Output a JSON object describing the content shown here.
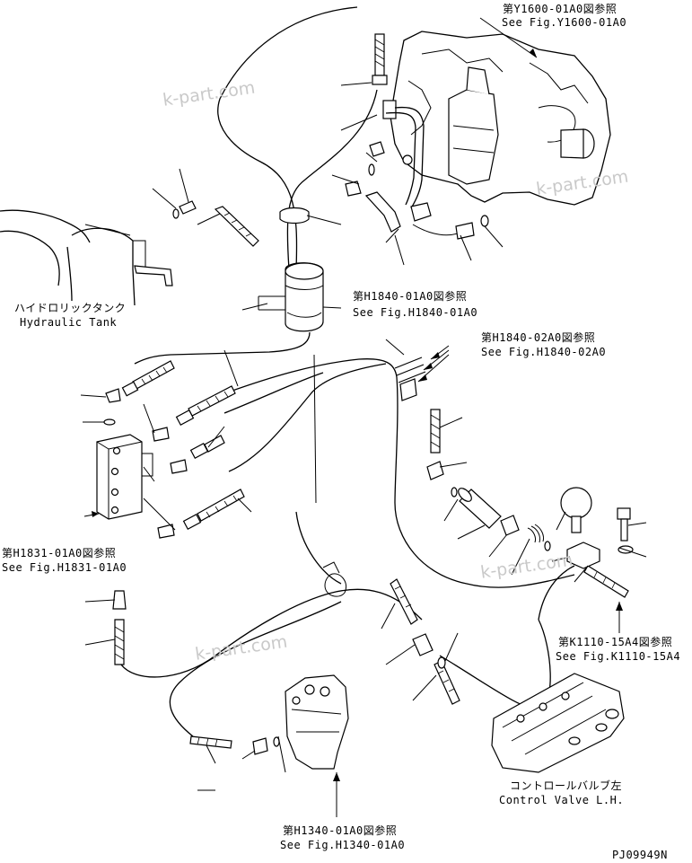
{
  "watermarks": [
    "k-part.com",
    "k-part.com",
    "k-part.com",
    "k-part.com"
  ],
  "references": {
    "y1600": {
      "jp": "第Y1600-01A0図参照",
      "en": "See Fig.Y1600-01A0"
    },
    "h1840_01": {
      "jp": "第H1840-01A0図参照",
      "en": "See Fig.H1840-01A0"
    },
    "h1840_02": {
      "jp": "第H1840-02A0図参照",
      "en": "See Fig.H1840-02A0"
    },
    "h1831": {
      "jp": "第H1831-01A0図参照",
      "en": "See Fig.H1831-01A0"
    },
    "k1110": {
      "jp": "第K1110-15A4図参照",
      "en": "See Fig.K1110-15A4"
    },
    "h1340": {
      "jp": "第H1340-01A0図参照",
      "en": "See Fig.H1340-01A0"
    }
  },
  "components": {
    "hydraulic_tank": {
      "jp": "ハイドロリックタンク",
      "en": "Hydraulic Tank"
    },
    "control_valve": {
      "jp": "コントロールバルブ左",
      "en": "Control Valve L.H."
    }
  },
  "drawing_code": "PJ09949N"
}
